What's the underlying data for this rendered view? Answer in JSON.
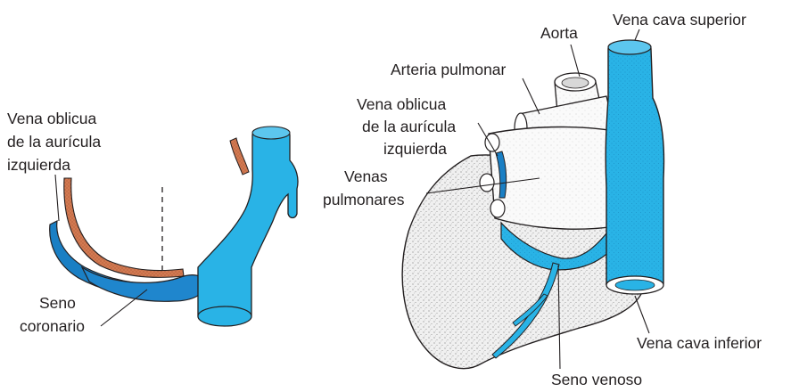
{
  "colors": {
    "vein_blue": "#29b3e6",
    "vein_dark": "#1a7fc4",
    "artery_red": "#c9653f",
    "heart_fill": "#ececec",
    "outline": "#231f20"
  },
  "labels": {
    "oblique_vein_left": [
      "Vena oblicua",
      "de la aurícula",
      "izquierda"
    ],
    "coronary_sinus": [
      "Seno",
      "coronario"
    ],
    "aorta": "Aorta",
    "superior_vena_cava": "Vena cava superior",
    "pulmonary_artery": "Arteria pulmonar",
    "oblique_vein_right": [
      "Vena oblicua",
      "de la aurícula",
      "izquierda"
    ],
    "pulmonary_veins": [
      "Venas",
      "pulmonares"
    ],
    "inferior_vena_cava": "Vena cava inferior",
    "sinus_venosus": "Seno venoso"
  }
}
